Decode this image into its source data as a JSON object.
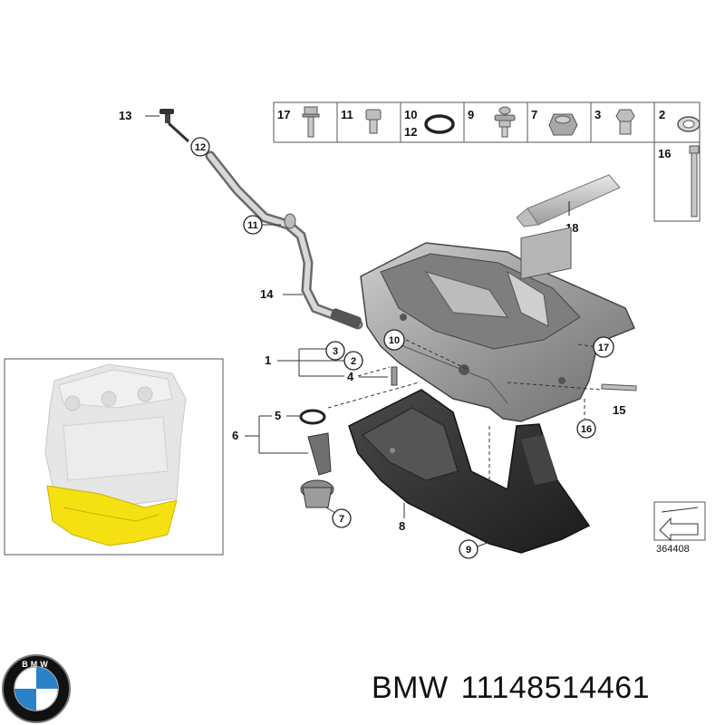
{
  "table": {
    "cells": [
      {
        "label": "17"
      },
      {
        "label": "11"
      },
      {
        "label": "10",
        "label2": "12"
      },
      {
        "label": "9"
      },
      {
        "label": "7"
      },
      {
        "label": "3"
      },
      {
        "label": "2"
      }
    ],
    "extra_cell": {
      "label": "16"
    }
  },
  "callouts": {
    "n13": "13",
    "n12": "12",
    "n11": "11",
    "n14": "14",
    "n1": "1",
    "n3": "3",
    "n2": "2",
    "n4": "4",
    "n10": "10",
    "n17": "17",
    "n5": "5",
    "n6": "6",
    "n7": "7",
    "n8": "8",
    "n9": "9",
    "n16": "16",
    "n15": "15",
    "n18": "18"
  },
  "ref_number": "364408",
  "logo": {
    "text": "BMW",
    "colors": {
      "blue": "#2a83c6",
      "white": "#ffffff",
      "black": "#111111"
    }
  },
  "caption": {
    "brand": "BMW",
    "part_number": "11148514461"
  },
  "colors": {
    "highlight": "#f5e012",
    "pan": "#2f2f2f",
    "metal": "#a8a8a8"
  }
}
